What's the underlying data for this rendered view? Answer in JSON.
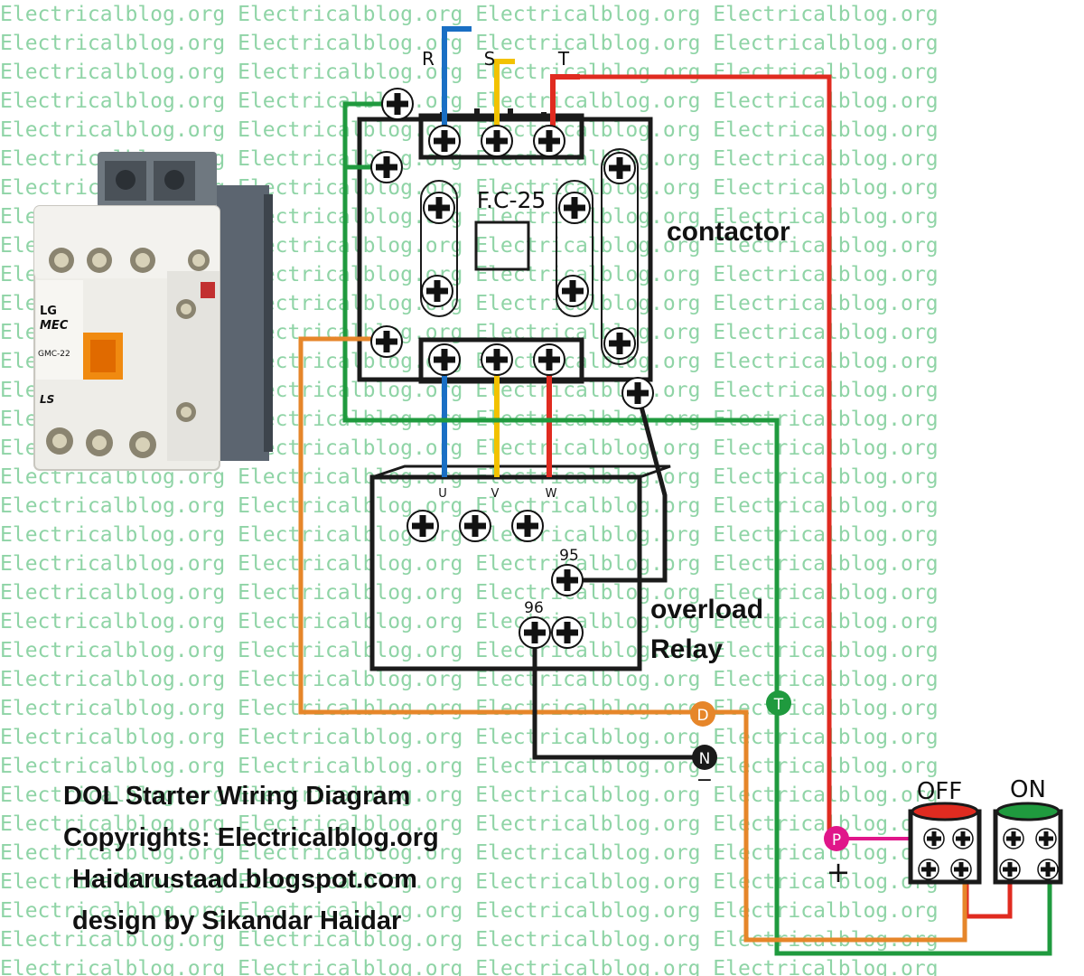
{
  "watermark": {
    "text": "Electricalblog.org"
  },
  "phases": {
    "r": "R",
    "s": "S",
    "t": "T"
  },
  "contactor": {
    "model": "F.C-25",
    "label": "contactor"
  },
  "terminals": {
    "u": "U",
    "v": "V",
    "w": "W",
    "t95": "95",
    "t96": "96"
  },
  "overload": {
    "line1": "overload",
    "line2": "Relay"
  },
  "nodes": {
    "d": "D",
    "t": "T",
    "n": "N",
    "p": "P",
    "n_sign": "−",
    "p_sign": "+"
  },
  "buttons": {
    "off": "OFF",
    "on": "ON"
  },
  "photo": {
    "brand_top": "LG",
    "brand_bottom": "MEC",
    "model": "GMC-22",
    "logo": "LS"
  },
  "caption": {
    "line1": "DOL Starter Wiring Diagram",
    "line2": "Copyrights: Electricalblog.org",
    "line3": "Haidarustaad.blogspot.com",
    "line4": "design by Sikandar Haidar"
  },
  "colors": {
    "r": "#1a6fc4",
    "s": "#f2c200",
    "t": "#e02b20",
    "green": "#1f9a3e",
    "orange": "#e6862a",
    "black": "#1a1a1a",
    "pink": "#e0168a",
    "watermark": "#8fd4a6"
  }
}
